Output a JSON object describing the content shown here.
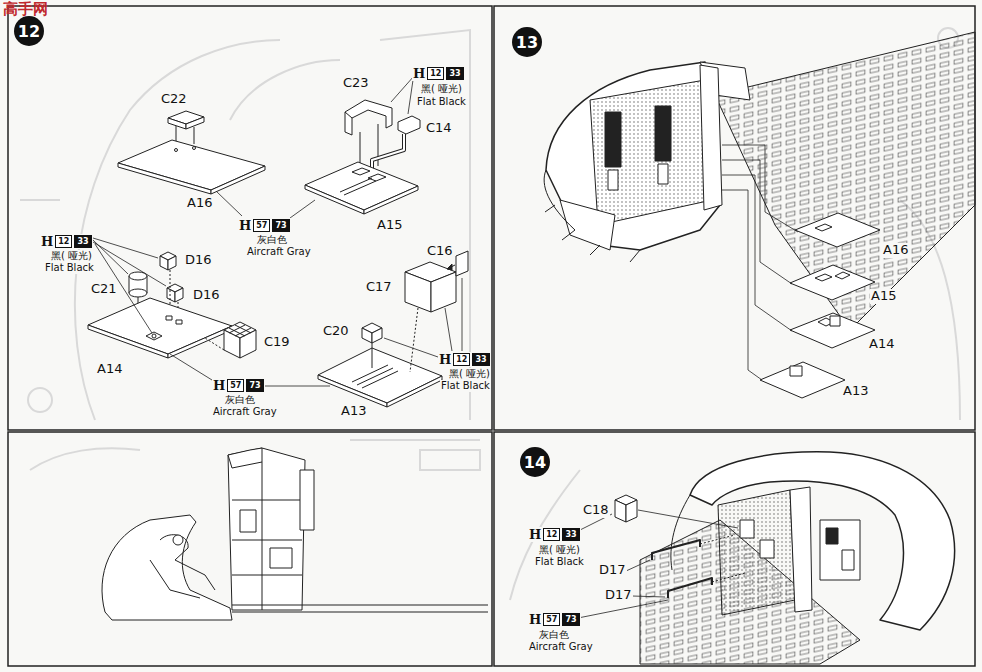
{
  "diagram": {
    "nodes": [
      {
        "text": [
          "12"
        ]
      },
      {
        "text": [
          "H",
          "12",
          "33"
        ]
      },
      {
        "text": [
          "H",
          "57",
          "73"
        ]
      },
      {
        "text": [
          "H",
          "12",
          "33"
        ]
      },
      {
        "text": [
          "H",
          "12",
          "33"
        ]
      },
      {
        "text": [
          "H",
          "57",
          "73"
        ]
      },
      {
        "text": [
          "13"
        ]
      },
      {
        "text": [
          "14"
        ]
      },
      {
        "text": [
          "H",
          "12",
          "33"
        ]
      },
      {
        "text": [
          "H",
          "57",
          "73"
        ]
      }
    ],
    "labels": [
      "高手网",
      "C22",
      "C23",
      "黑( 哑光)",
      "Flat Black",
      "C14",
      "A16",
      "A15",
      "灰白色",
      "Aircraft Gray",
      "黑( 哑光)",
      "Flat Black",
      "D16",
      "C21",
      "D16",
      "C16",
      "C17",
      "C19",
      "C20",
      "A14",
      "黑( 哑光)",
      "Flat Black",
      "灰白色",
      "Aircraft Gray",
      "A13",
      "A16",
      "A15",
      "A14",
      "A13",
      "C18",
      "黑( 哑光)",
      "Flat Black",
      "D17",
      "D17",
      "灰白色",
      "Aircraft Gray"
    ]
  }
}
